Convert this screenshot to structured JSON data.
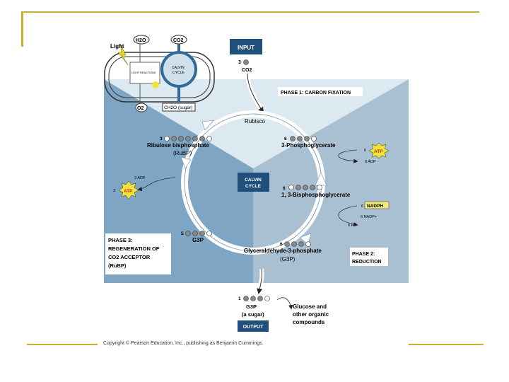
{
  "colors": {
    "frame": "#c9b032",
    "panel_left": "#7ea6c4",
    "panel_right": "#a9c0d3",
    "panel_top": "#dde9f1",
    "navy": "#1f4f7a",
    "atp": "#f2e33a",
    "nadph": "#f2ea7a"
  },
  "inset": {
    "light": "Light",
    "h2o": "H2O",
    "co2": "CO2",
    "calvin": "CALVIN",
    "cycle": "CYCLE",
    "o2": "O2",
    "sugar": "CH2O (sugar)",
    "light_reactions": "LIGHT REACTIONS"
  },
  "input": {
    "label": "INPUT",
    "count": "3",
    "molecule": "CO2"
  },
  "phase1": {
    "label": "PHASE 1: CARBON FIXATION"
  },
  "rubisco": "Rubisco",
  "pgp": {
    "count": "6",
    "name": "3-Phosphoglycerate"
  },
  "atp_use": {
    "count": "6",
    "atp": "ATP",
    "adp": "6 ADP"
  },
  "bpg": {
    "count": "6",
    "name": "1, 3-Bisphosphoglycerate"
  },
  "nadph_use": {
    "count": "6",
    "nadph": "NADPH",
    "nadp": "6 NADP+",
    "pi": "6 Pi"
  },
  "center": {
    "line1": "CALVIN",
    "line2": "CYCLE"
  },
  "rubp": {
    "count": "3",
    "name": "Ribulose bisphosphate",
    "abbr": "(RuBP)"
  },
  "atp_regen": {
    "adp": "3 ADP",
    "count": "3",
    "atp": "ATP"
  },
  "g3p_recycle": {
    "count": "5",
    "name": "G3P"
  },
  "g3p_main": {
    "count": "6",
    "name": "Glyceraldehyde-3-phosphate",
    "abbr": "(G3P)"
  },
  "phase3": {
    "line1": "PHASE 3:",
    "line2": "REGENERATION OF",
    "line3": "CO2 ACCEPTOR",
    "line4": "(RuBP)"
  },
  "phase2": {
    "line1": "PHASE 2:",
    "line2": "REDUCTION"
  },
  "output": {
    "count": "1",
    "name": "G3P",
    "desc": "(a sugar)",
    "label": "OUTPUT",
    "glucose1": "Glucose and",
    "glucose2": "other organic",
    "glucose3": "compounds"
  },
  "copyright": "Copyright © Pearson Education, Inc., publishing as Benjamin Cummings."
}
